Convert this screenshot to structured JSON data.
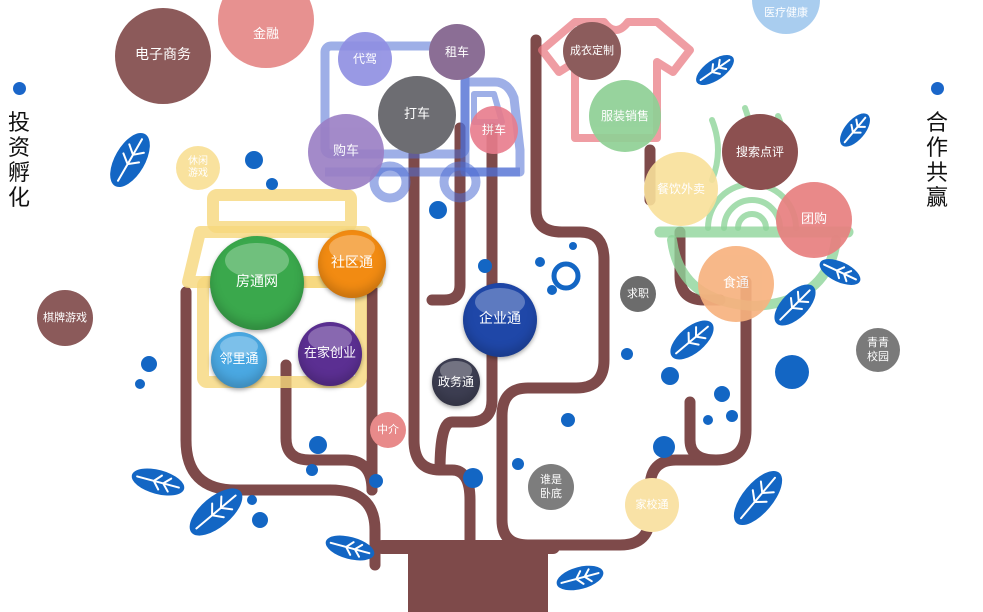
{
  "side_labels": {
    "left": "投资孵化",
    "right": "合作共赢"
  },
  "colors": {
    "trunk": "#7e4a4a",
    "leaf": "#1366c4",
    "dot": "#1366c4",
    "truck_outline": "#4f6ed4",
    "shirt_outline": "#e8747c",
    "house_outline": "#f6d77c",
    "bowl_outline": "#8fd49a"
  },
  "nodes": [
    {
      "id": "dianzi",
      "label": "电子商务",
      "color": "#8c5a5a"
    },
    {
      "id": "jinrong",
      "label": "金融",
      "color": "#e79190"
    },
    {
      "id": "yiliao",
      "label": "医疗健康",
      "color": "#a9cdef"
    },
    {
      "id": "daijia",
      "label": "代驾",
      "color": "#8f8ee2"
    },
    {
      "id": "zuche",
      "label": "租车",
      "color": "#8b6e95"
    },
    {
      "id": "dache",
      "label": "打车",
      "color": "#6d6d72"
    },
    {
      "id": "pinche",
      "label": "拼车",
      "color": "#e87c8c"
    },
    {
      "id": "gouche",
      "label": "购车",
      "color": "#9a7ec4"
    },
    {
      "id": "xiuxian",
      "label": "休闲\n游戏",
      "color": "#f9e29e"
    },
    {
      "id": "chengyi",
      "label": "成衣定制",
      "color": "#8c5c5c"
    },
    {
      "id": "fuzhuang",
      "label": "服装销售",
      "color": "#8fd095"
    },
    {
      "id": "sousuo",
      "label": "搜索点评",
      "color": "#8c5050"
    },
    {
      "id": "canyin",
      "label": "餐饮外卖",
      "color": "#f9e09a"
    },
    {
      "id": "tuangou",
      "label": "团购",
      "color": "#e88080"
    },
    {
      "id": "shitong",
      "label": "食通",
      "color": "#f7b27f"
    },
    {
      "id": "fangtong",
      "label": "房通网",
      "color": "#3aa84c"
    },
    {
      "id": "shequ",
      "label": "社区通",
      "color": "#f28b12"
    },
    {
      "id": "linli",
      "label": "邻里通",
      "color": "#4aa8e2"
    },
    {
      "id": "zaijia",
      "label": "在家创业",
      "color": "#5b2f92"
    },
    {
      "id": "qiye",
      "label": "企业通",
      "color": "#1f47a8"
    },
    {
      "id": "zhengwu",
      "label": "政务通",
      "color": "#3d3e52"
    },
    {
      "id": "qiuzhi",
      "label": "求职",
      "color": "#6c6c6c"
    },
    {
      "id": "qipai",
      "label": "棋牌游戏",
      "color": "#8b5a5a"
    },
    {
      "id": "qingqing",
      "label": "青青\n校园",
      "color": "#7a7a7a"
    },
    {
      "id": "zhongjie",
      "label": "中介",
      "color": "#e88a8a"
    },
    {
      "id": "shuishi",
      "label": "谁是\n卧底",
      "color": "#7d7d7d"
    },
    {
      "id": "jiaxiao",
      "label": "家校通",
      "color": "#f9e2a6"
    }
  ]
}
